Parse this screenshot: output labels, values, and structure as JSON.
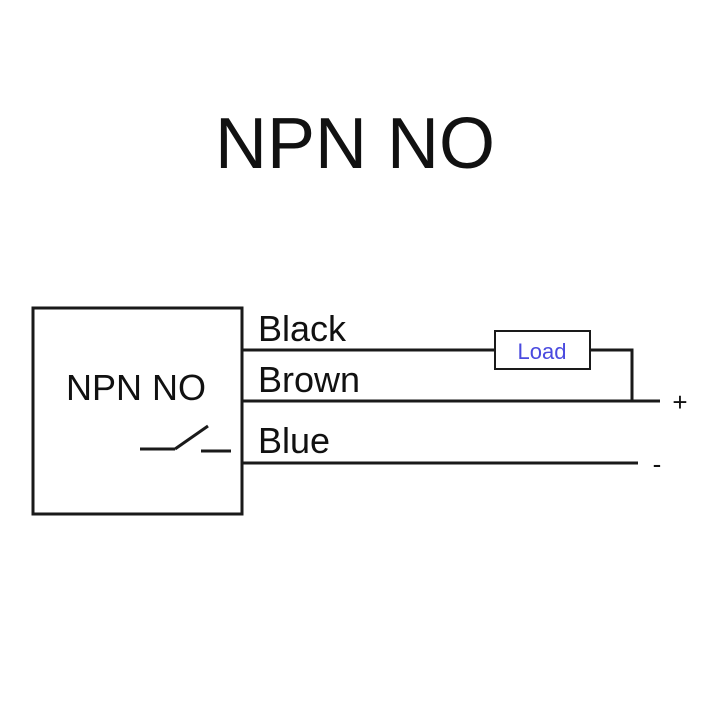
{
  "title": "NPN NO",
  "sensor": {
    "label": "NPN NO"
  },
  "wires": {
    "black": "Black",
    "brown": "Brown",
    "blue": "Blue"
  },
  "load": {
    "label": "Load"
  },
  "terminals": {
    "positive": "+",
    "negative": "-"
  },
  "colors": {
    "line": "#1a1a1a",
    "text": "#111111",
    "load_text": "#4a4adf"
  }
}
